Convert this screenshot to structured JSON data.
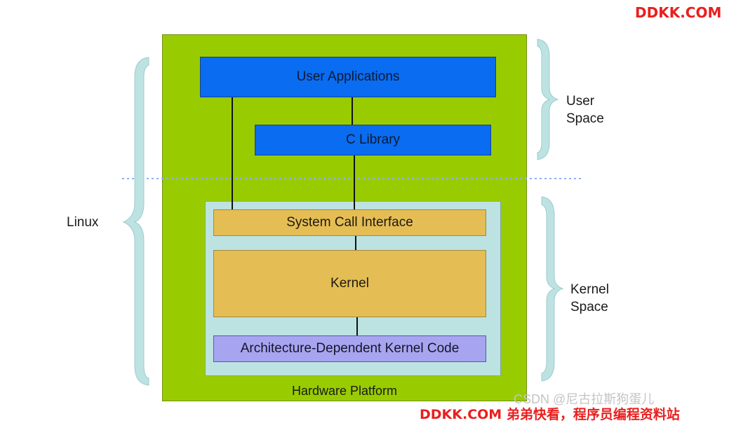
{
  "watermarks": {
    "top": "DDKK.COM",
    "bottom": "DDKK.COM 弟弟快看，程序员编程资料站",
    "csdn": "CSDN @尼古拉斯狗蛋儿"
  },
  "diagram": {
    "outer_container_label": "Hardware Platform",
    "boxes": {
      "user_applications": "User Applications",
      "c_library": "C Library",
      "system_call_interface": "System Call Interface",
      "kernel": "Kernel",
      "arch_kernel_code": "Architecture-Dependent Kernel Code"
    },
    "brace_labels": {
      "linux": "Linux",
      "user_space_line1": "User",
      "user_space_line2": "Space",
      "kernel_space_line1": "Kernel",
      "kernel_space_line2": "Space"
    }
  },
  "colors": {
    "hardware_platform": "#99cc00",
    "kernel_space_area": "#bde2e2",
    "user_boxes": "#0a6cf0",
    "kernel_boxes": "#e5bd55",
    "arch_box": "#a7a5f0",
    "brace": "#bde2e2",
    "divider": "#8fb0f0",
    "watermark": "#e8201f"
  }
}
